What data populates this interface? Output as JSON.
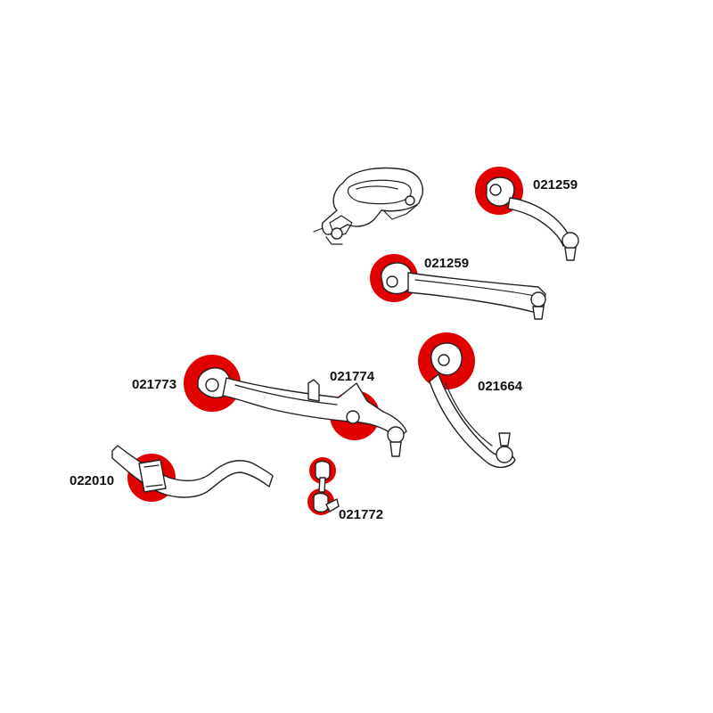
{
  "colors": {
    "bushing_highlight": "#e00000",
    "outline": "#222222",
    "background": "#ffffff",
    "label_text": "#111111"
  },
  "parts": {
    "knuckle": {
      "name": "steering-knuckle"
    },
    "upper_arm_small": {
      "part_number": "021259"
    },
    "upper_arm_long": {
      "part_number": "021259"
    },
    "rear_arm": {
      "part_number": "021664"
    },
    "lower_arm_front_bushing": {
      "part_number": "021773"
    },
    "lower_arm_rear_bushing": {
      "part_number": "021774"
    },
    "stabilizer_bar_bushing": {
      "part_number": "022010"
    },
    "stabilizer_link": {
      "part_number": "021772"
    }
  }
}
